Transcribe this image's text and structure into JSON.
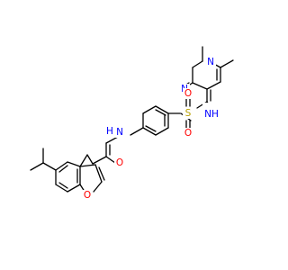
{
  "atoms": {
    "n_top_ring_1": {
      "text": "N",
      "color": "#0000ff"
    },
    "n_top_ring_2": {
      "text": "N",
      "color": "#0000ff"
    },
    "nh_sulfonamide": {
      "text": "NH",
      "color": "#0000ff"
    },
    "s_sulfonyl": {
      "text": "S",
      "color": "#b8a000"
    },
    "o_sulfonyl_top": {
      "text": "O",
      "color": "#ff0000"
    },
    "o_sulfonyl_bottom": {
      "text": "O",
      "color": "#ff0000"
    },
    "nh_amide_h": {
      "text": "H",
      "color": "#0000ff"
    },
    "nh_amide_n": {
      "text": "N",
      "color": "#0000ff"
    },
    "o_carbonyl": {
      "text": "O",
      "color": "#ff0000"
    },
    "o_furan": {
      "text": "O",
      "color": "#ff0000"
    }
  },
  "colors": {
    "bond": "#000000",
    "nitrogen": "#0000ff",
    "oxygen": "#ff0000",
    "sulfur": "#b8a000"
  }
}
